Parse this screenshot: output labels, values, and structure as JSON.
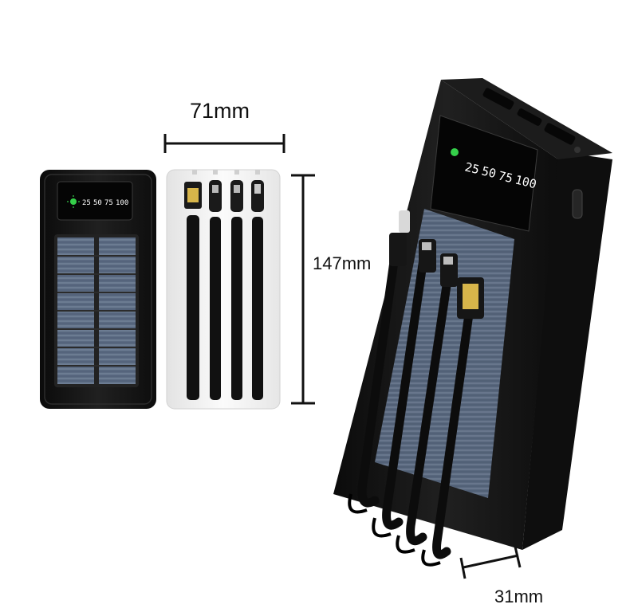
{
  "dimensions": {
    "width": "71mm",
    "height": "147mm",
    "depth": "31mm"
  },
  "display": {
    "levels": [
      "25",
      "50",
      "75",
      "100"
    ],
    "indicator_color": "#35d04a"
  },
  "products": {
    "black_body_color": "#151515",
    "white_body_color": "#f4f4f4",
    "solar_panel_color": "#5f6f86"
  }
}
